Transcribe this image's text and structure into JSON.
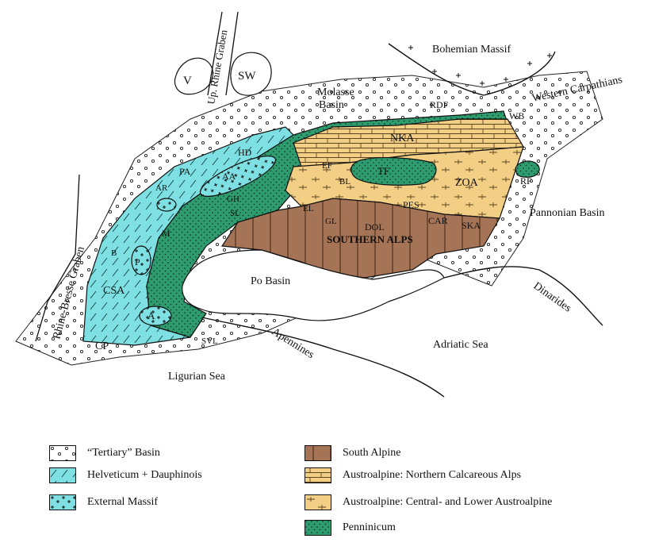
{
  "colors": {
    "tertiary": "#ffffff",
    "helveticum": "#7ee0e2",
    "external_massif": "#7ee0e2",
    "penninicum": "#2e9c6e",
    "south_alpine": "#a57355",
    "austroalpine_nca": "#f3cf86",
    "austroalpine_central": "#f3cf86",
    "ink": "#111111"
  },
  "map": {
    "labels": {
      "bohemian_massif": "Bohemian Massif",
      "molasse_basin_1": "Molasse",
      "molasse_basin_2": "Basin",
      "western_carpathians": "Western Carpathians",
      "pannonian_basin": "Pannonian Basin",
      "dinarides": "Dinarides",
      "adriatic_sea": "Adriatic Sea",
      "apennines": "Apennines",
      "ligurian_sea": "Ligurian Sea",
      "po_basin": "Po Basin",
      "southern_alps": "SOUTHERN ALPS",
      "rhine_bresse_graben": "Rhine-Bresse Graben",
      "up_rhine_graben": "Up. Rhine Graben",
      "vosges": "V",
      "schwarzwald": "SW",
      "rdf": "RDF",
      "wb": "WB",
      "nka": "NKA",
      "zoa": "ZOA",
      "tf": "TF",
      "ef": "EF",
      "bl": "BL",
      "el": "EL",
      "gl": "GL",
      "dol": "DOL",
      "pes": "PES",
      "car": "CAR",
      "ska": "SKA",
      "rf": "RF",
      "hd": "HD",
      "aa": "AA",
      "pa": "PA",
      "ar": "AR",
      "gh": "GH",
      "sl": "SL",
      "m": "M",
      "b": "B",
      "p": "P",
      "csa": "CSA",
      "a": "A",
      "cp": "CP",
      "svl": "SVL"
    }
  },
  "legend": {
    "items": [
      {
        "label": "“Tertiary” Basin",
        "pattern": "tertiary"
      },
      {
        "label": "Helveticum + Dauphinois",
        "pattern": "helveticum"
      },
      {
        "label": "External Massif",
        "pattern": "massif"
      },
      {
        "label": "South Alpine",
        "pattern": "southalpine"
      },
      {
        "label": "Austroalpine: Northern Calcareous Alps",
        "pattern": "nca"
      },
      {
        "label": "Austroalpine: Central- and Lower Austroalpine",
        "pattern": "central"
      },
      {
        "label": "Penninicum",
        "pattern": "penninicum"
      }
    ]
  }
}
